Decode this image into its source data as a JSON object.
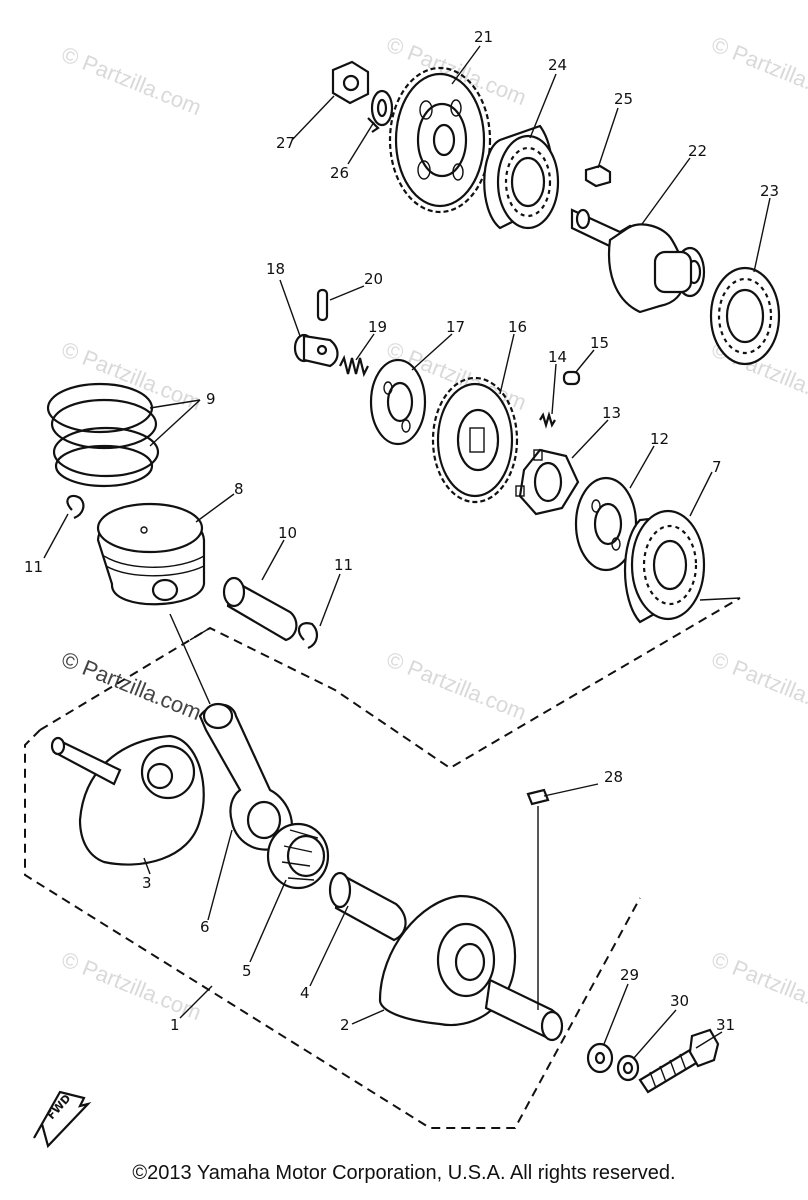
{
  "watermark": "© Partzilla.com",
  "fwd_label": "FWD",
  "copyright": "©2013  Yamaha Motor Corporation, U.S.A. All rights reserved.",
  "callouts": [
    {
      "id": "c1",
      "text": "1"
    },
    {
      "id": "c2",
      "text": "2"
    },
    {
      "id": "c3",
      "text": "3"
    },
    {
      "id": "c4",
      "text": "4"
    },
    {
      "id": "c5",
      "text": "5"
    },
    {
      "id": "c6",
      "text": "6"
    },
    {
      "id": "c7",
      "text": "7"
    },
    {
      "id": "c8",
      "text": "8"
    },
    {
      "id": "c9",
      "text": "9"
    },
    {
      "id": "c10",
      "text": "10"
    },
    {
      "id": "c11a",
      "text": "11"
    },
    {
      "id": "c11b",
      "text": "11"
    },
    {
      "id": "c12",
      "text": "12"
    },
    {
      "id": "c13",
      "text": "13"
    },
    {
      "id": "c14",
      "text": "14"
    },
    {
      "id": "c15",
      "text": "15"
    },
    {
      "id": "c16",
      "text": "16"
    },
    {
      "id": "c17",
      "text": "17"
    },
    {
      "id": "c18",
      "text": "18"
    },
    {
      "id": "c19",
      "text": "19"
    },
    {
      "id": "c20",
      "text": "20"
    },
    {
      "id": "c21",
      "text": "21"
    },
    {
      "id": "c22",
      "text": "22"
    },
    {
      "id": "c23",
      "text": "23"
    },
    {
      "id": "c24",
      "text": "24"
    },
    {
      "id": "c25",
      "text": "25"
    },
    {
      "id": "c26",
      "text": "26"
    },
    {
      "id": "c27",
      "text": "27"
    },
    {
      "id": "c28",
      "text": "28"
    },
    {
      "id": "c29",
      "text": "29"
    },
    {
      "id": "c30",
      "text": "30"
    },
    {
      "id": "c31",
      "text": "31"
    }
  ]
}
